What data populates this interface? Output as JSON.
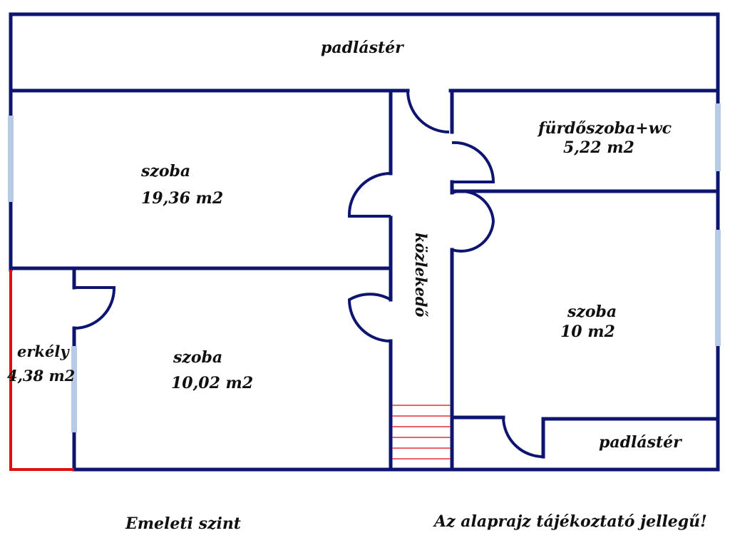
{
  "plan": {
    "rooms": {
      "attic_top": {
        "name": "padlástér"
      },
      "room_big": {
        "name": "szoba",
        "area": "19,36 m2"
      },
      "bathroom": {
        "name": "fürdőszoba+wc",
        "area": "5,22 m2"
      },
      "corridor": {
        "name": "közlekedő"
      },
      "room_right": {
        "name": "szoba",
        "area": "10 m2"
      },
      "balcony": {
        "name": "erkély",
        "area": "4,38 m2"
      },
      "room_small": {
        "name": "szoba",
        "area": "10,02 m2"
      },
      "attic_bottom": {
        "name": "padlástér"
      }
    },
    "captions": {
      "level": "Emeleti szint",
      "disclaimer": "Az alaprajz tájékoztató jellegű!"
    },
    "colors": {
      "wall": "#0d1570",
      "window": "#b8cbe6",
      "balcony_edge": "#e01010",
      "stairs": "#e0303a"
    }
  }
}
